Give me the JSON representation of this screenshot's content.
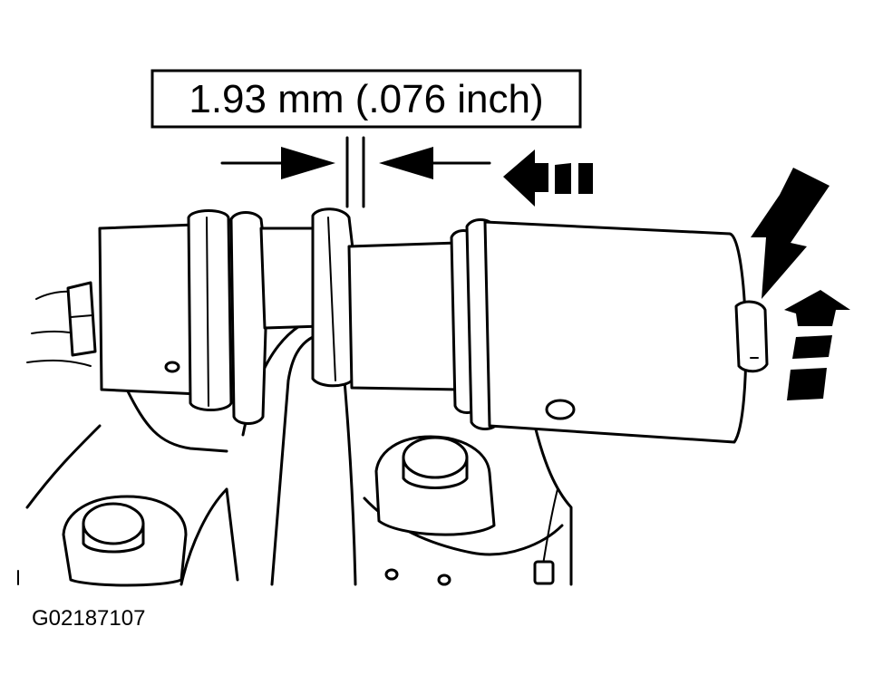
{
  "dimension_label": "1.93 mm (.076 inch)",
  "figure_id": "G02187107",
  "colors": {
    "ink": "#000000",
    "paper": "#ffffff"
  },
  "icons": {
    "dimension_arrows": "inward-pointing-arrows",
    "push_arrow": "dashed-motion-arrow-left",
    "press_arrow": "heavy-arrow-down-left",
    "rotate_arrow": "dashed-motion-arrow-up"
  }
}
